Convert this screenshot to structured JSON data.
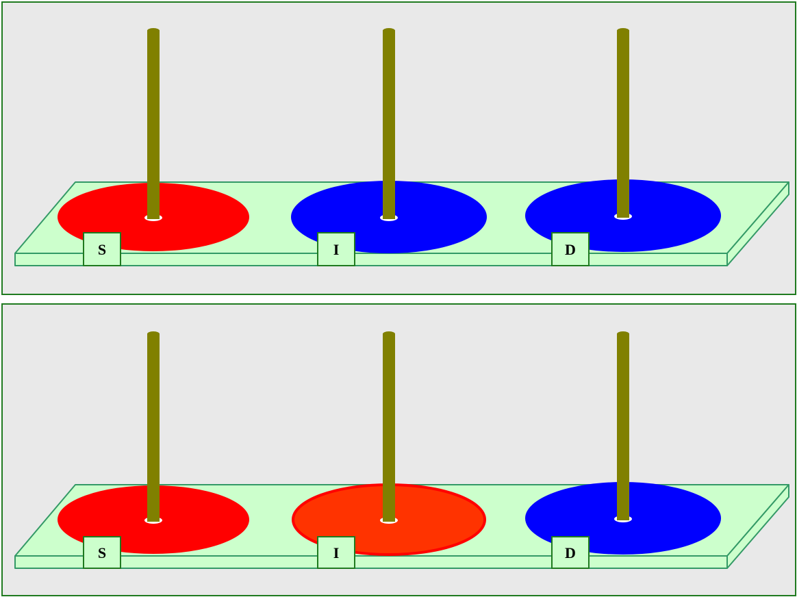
{
  "colors": {
    "panel_background": "#e9e9e9",
    "panel_border": "#1f7a1f",
    "base_fill": "#ccffcc",
    "base_edge": "#339966",
    "rod": "#808000",
    "red_disk": "#ff0000",
    "orange_red_disk": "#ff3300",
    "orange_red_disk_outline": "#ff0000",
    "blue_disk": "#0000ff",
    "label_fill": "#ccffcc",
    "label_border": "#1f7a1f"
  },
  "panels": [
    {
      "rods": [
        {
          "label": "S",
          "disk_color": "red"
        },
        {
          "label": "I",
          "disk_color": "blue"
        },
        {
          "label": "D",
          "disk_color": "blue"
        }
      ]
    },
    {
      "rods": [
        {
          "label": "S",
          "disk_color": "red"
        },
        {
          "label": "I",
          "disk_color": "orange-red"
        },
        {
          "label": "D",
          "disk_color": "blue"
        }
      ]
    }
  ]
}
